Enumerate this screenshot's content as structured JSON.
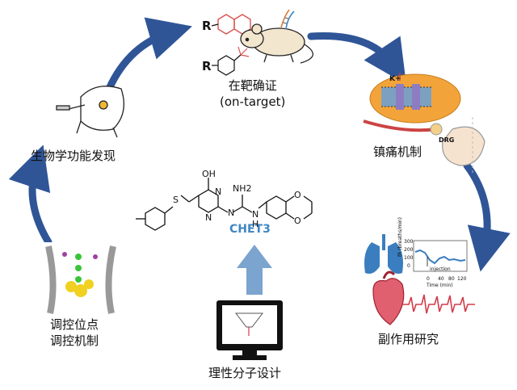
{
  "labels": {
    "on_target_line1": "在靶确证",
    "on_target_line2": "(on-target)",
    "bio_discovery": "生物学功能发现",
    "analgesia": "镇痛机制",
    "site_line1": "调控位点",
    "site_line2": "调控机制",
    "side_effects": "副作用研究",
    "design": "理性分子设计"
  },
  "molecule": {
    "name": "CHET3",
    "oh": "OH",
    "nh2": "NH2",
    "nh": "N",
    "h": "H",
    "s": "S",
    "o1": "O",
    "o2": "O",
    "n_ring1": "N",
    "n_ring2": "N",
    "n_gua": "N"
  },
  "substituents": {
    "r1": "R",
    "r2": "R"
  },
  "graph_small": {
    "y_label": "fR (breaths/min)",
    "x_label": "Time (min)",
    "injection": "injection",
    "y_ticks": [
      "300",
      "200",
      "100",
      "0"
    ],
    "x_ticks": [
      "0",
      "40",
      "80",
      "120"
    ]
  },
  "cell_labels": {
    "k": "K+",
    "drg": "DRG"
  },
  "colors": {
    "arrow_blue": "#2f5597",
    "up_arrow": "#7ba4cf",
    "chet3": "#3f86c4",
    "lung": "#3b7ec0",
    "heart": "#d43b4a",
    "orange": "#f2a43a"
  }
}
